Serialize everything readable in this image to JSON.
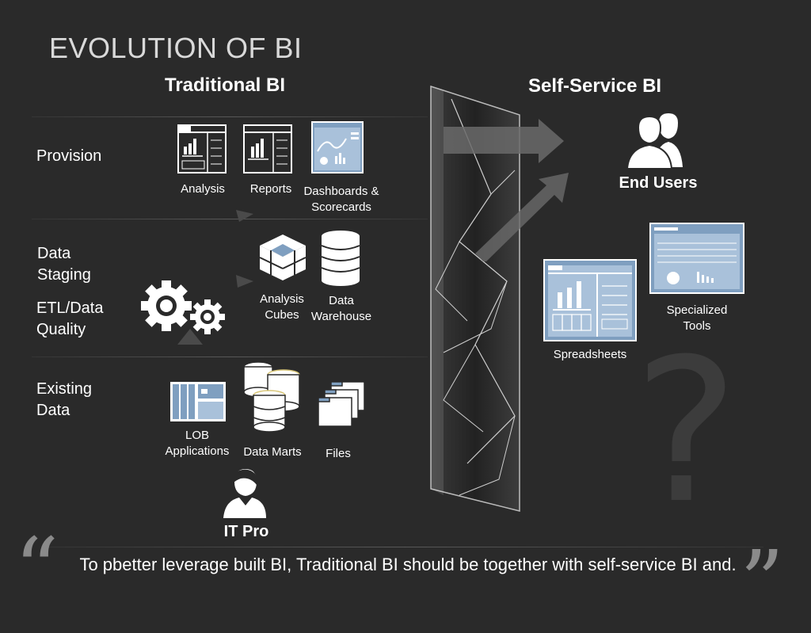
{
  "title": "EVOLUTION OF BI",
  "traditional_heading": "Traditional BI",
  "selfservice_heading": "Self-Service BI",
  "row_labels": {
    "provision": "Provision",
    "data_staging_line1": "Data",
    "data_staging_line2": "Staging",
    "etl_line1": "ETL/Data",
    "etl_line2": "Quality",
    "existing_line1": "Existing",
    "existing_line2": "Data"
  },
  "provision_items": {
    "analysis": "Analysis",
    "reports": "Reports",
    "dashboards_line1": "Dashboards &",
    "dashboards_line2": "Scorecards"
  },
  "staging_items": {
    "cubes_line1": "Analysis",
    "cubes_line2": "Cubes",
    "warehouse_line1": "Data",
    "warehouse_line2": "Warehouse"
  },
  "existing_items": {
    "lob_line1": "LOB",
    "lob_line2": "Applications",
    "marts": "Data Marts",
    "files": "Files"
  },
  "it_pro": "IT Pro",
  "end_users": "End Users",
  "spreadsheets": "Spreadsheets",
  "specialized_line1": "Specialized",
  "specialized_line2": "Tools",
  "quote": "To pbetter leverage built BI, Traditional BI should be together with self-service BI and.",
  "colors": {
    "background": "#2a2a2a",
    "icon_fill": "#ffffff",
    "accent_blue": "#7f9fc0",
    "panel_blue": "#a9c1da",
    "question_mark": "#3c3c3c"
  },
  "icons": [
    "analysis-icon",
    "reports-icon",
    "dashboard-icon",
    "cube-icon",
    "database-icon",
    "gears-icon",
    "lob-icon",
    "data-marts-icon",
    "files-icon",
    "it-pro-icon",
    "end-users-icon",
    "spreadsheet-icon",
    "specialized-tools-icon"
  ]
}
